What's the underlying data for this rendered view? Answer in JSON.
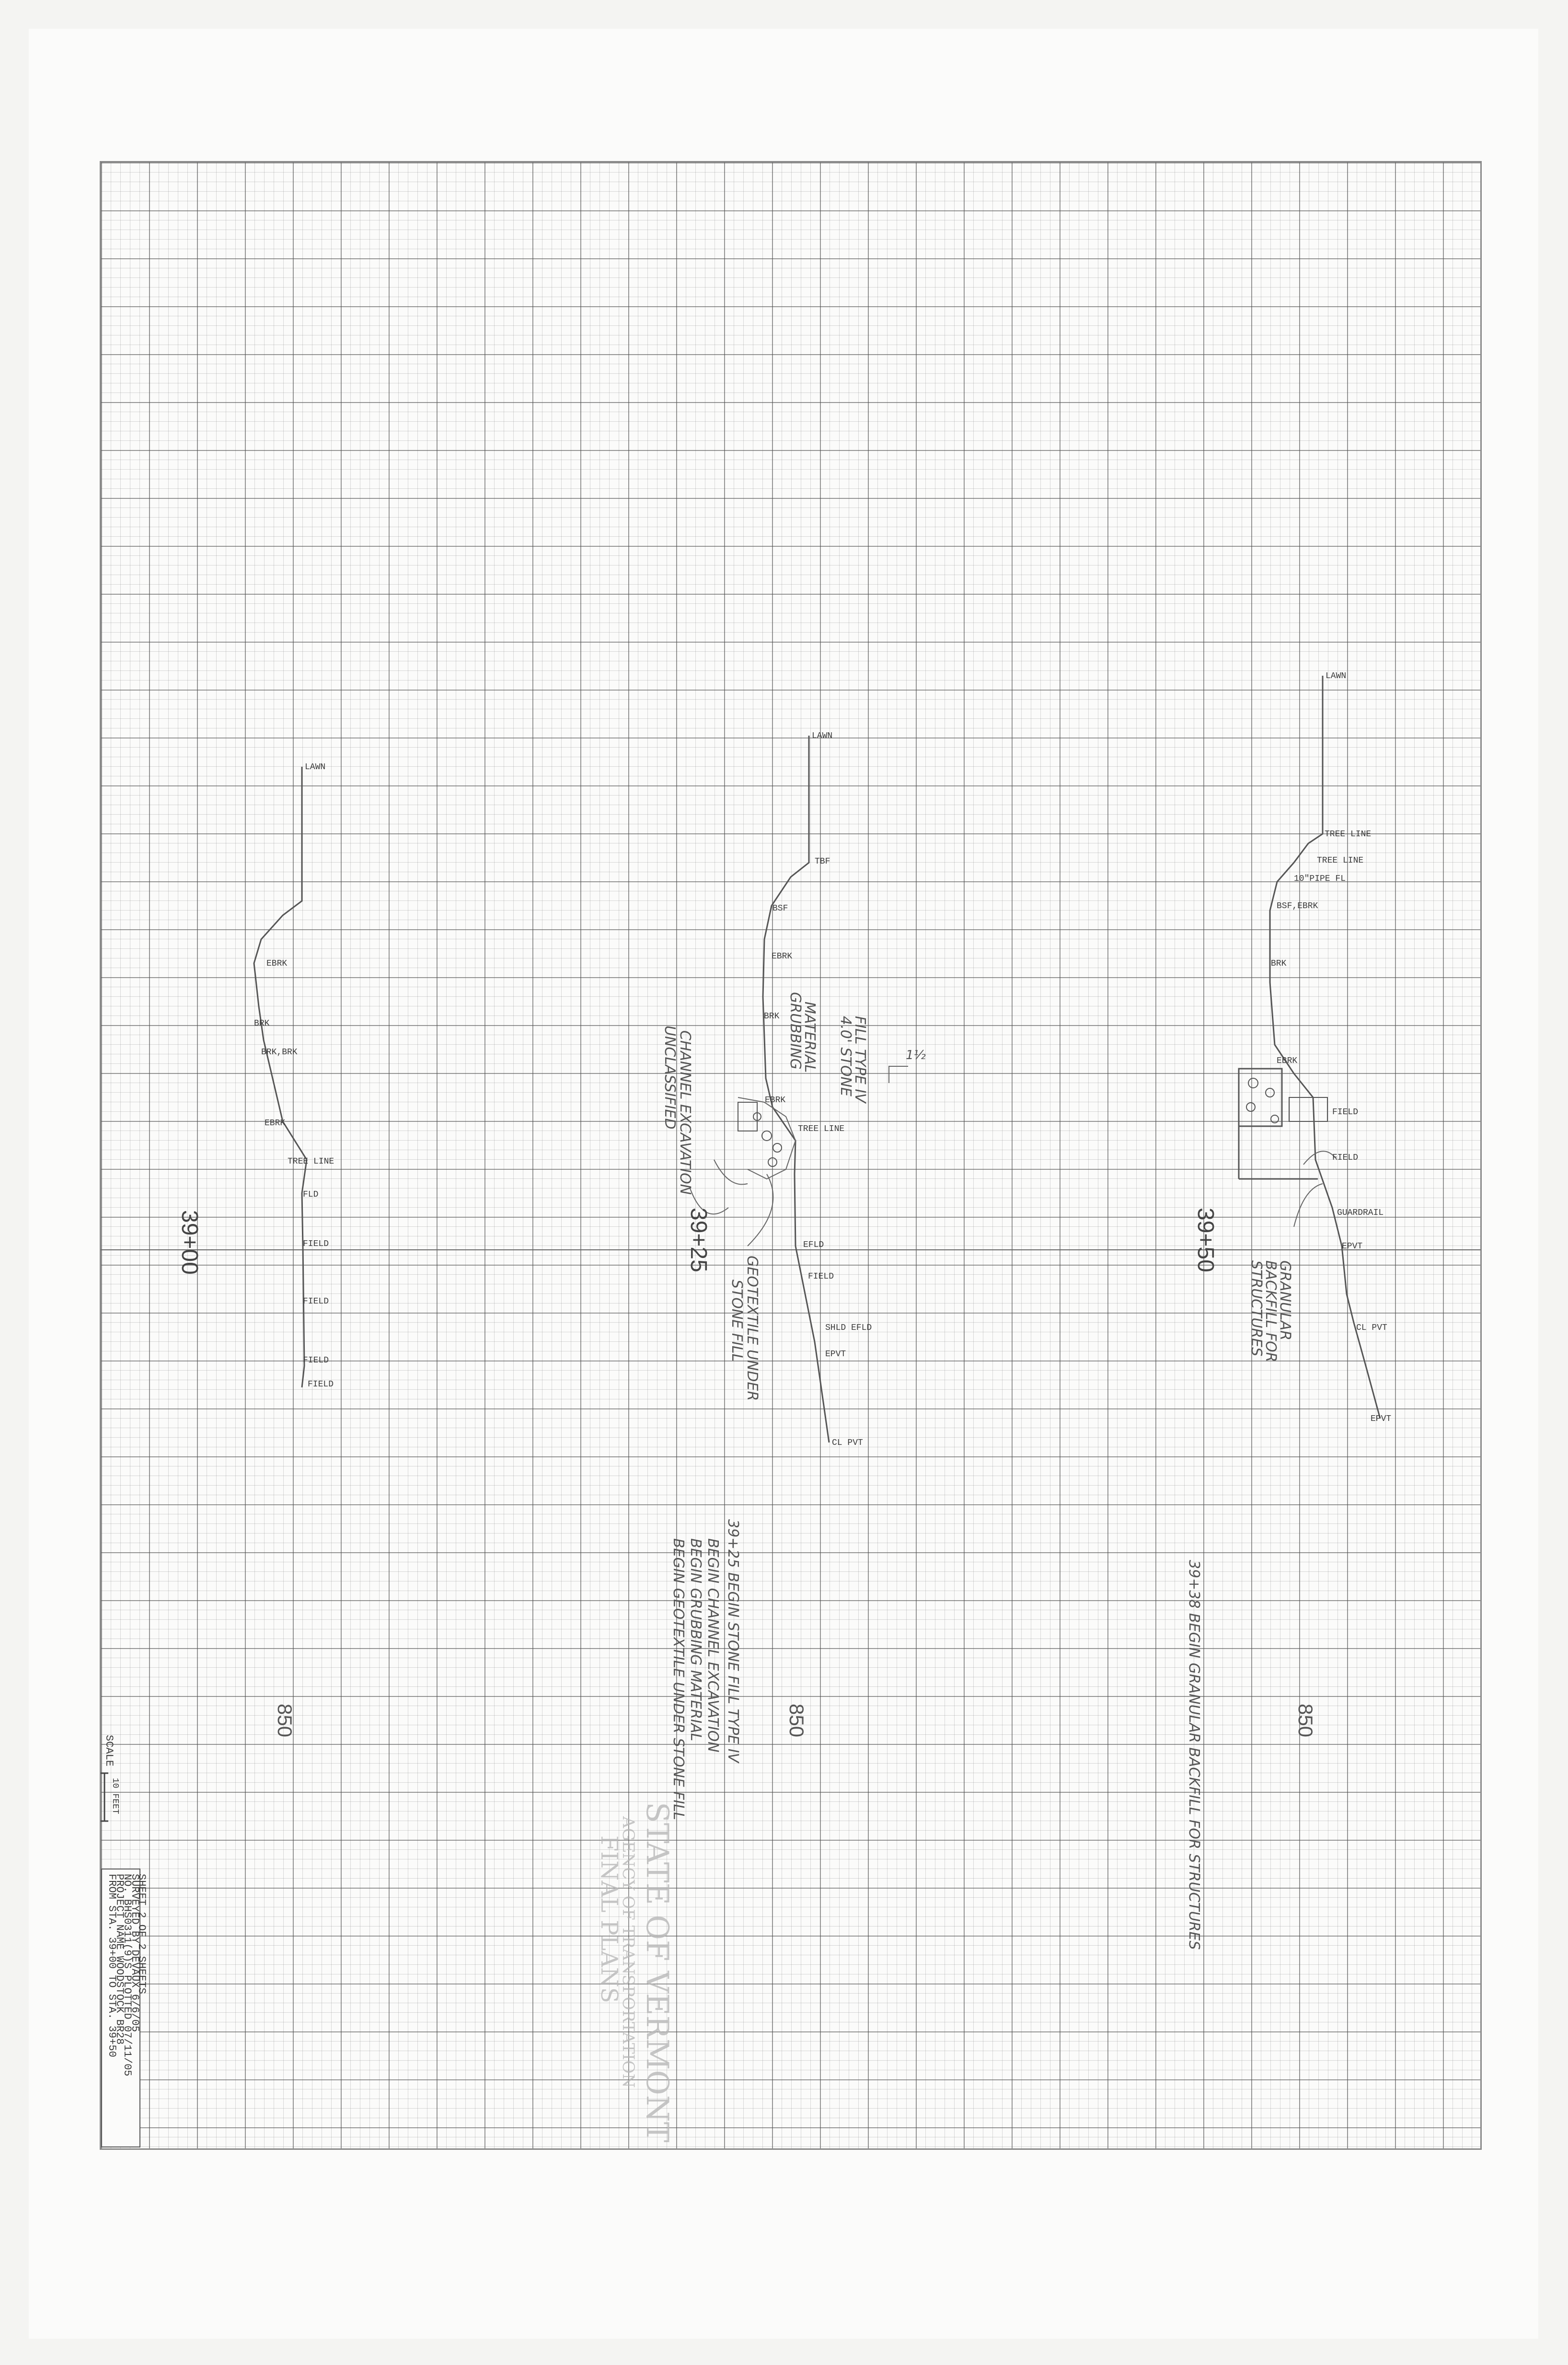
{
  "sections": [
    {
      "station": "39+00",
      "elevation": "850",
      "labels": [
        "LAWN",
        "EBRK",
        "BRK",
        "BRK,BRK",
        "EBRK",
        "TREE LINE",
        "FLD",
        "FIELD",
        "FIELD",
        "FIELD",
        "FIELD"
      ]
    },
    {
      "station": "39+25",
      "elevation": "850",
      "labels": [
        "LAWN",
        "TBF",
        "BSF",
        "EBRK",
        "BRK",
        "EBRK",
        "TREE LINE",
        "EFLD",
        "FIELD",
        "SHLD EFLD",
        "EPVT",
        "CL PVT"
      ],
      "handwritten": [
        "UNCLASSIFIED",
        "CHANNEL EXCAVATION",
        "GRUBBING",
        "MATERIAL",
        "4.0' STONE",
        "FILL TYPE IV",
        "GEOTEXTILE UNDER",
        "STONE FILL"
      ],
      "slope": "1½"
    },
    {
      "station": "39+50",
      "elevation": "850",
      "labels": [
        "LAWN",
        "TREE LINE",
        "TREE LINE",
        "10\"PIPE FL",
        "BSF,EBRK",
        "BRK",
        "EBRK",
        "FIELD",
        "FIELD",
        "GUARDRAIL",
        "EPVT",
        "CL PVT",
        "EPVT"
      ],
      "handwritten": [
        "GRANULAR",
        "BACKFILL FOR",
        "STRUCTURES"
      ]
    }
  ],
  "notes": {
    "note_39_25": [
      "39+25  BEGIN STONE FILL TYPE IV",
      "BEGIN CHANNEL EXCAVATION",
      "BEGIN GRUBBING MATERIAL",
      "BEGIN GEOTEXTILE UNDER STONE FILL"
    ],
    "note_39_38": "39+38 BEGIN GRANULAR BACKFILL FOR STRUCTURES"
  },
  "scale": {
    "label": "SCALE",
    "value": "10 FEET"
  },
  "title_block": {
    "line1": "FROM STA.   39+00      TO STA.   39+50",
    "line2": "PROJECT NAME   WOODSTOCK BR28",
    "line3": "NO.   BHS0311(9)S    PLOTTED 07/11/05",
    "line4": "SURVEYED BY   DEVAUX    6/6/05",
    "line5": "SHEET  2  OF  2  SHEETS"
  },
  "stamp": {
    "line1": "STATE OF VERMONT",
    "line2": "AGENCY OF TRANSPORTATION",
    "line3": "FINAL PLANS"
  }
}
